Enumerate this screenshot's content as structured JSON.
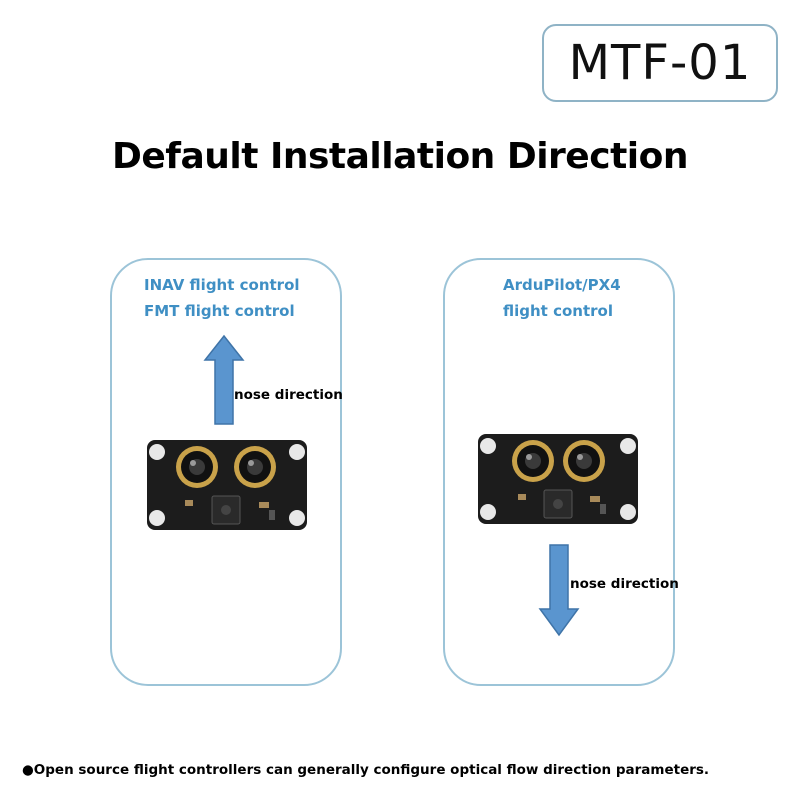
{
  "model": "MTF-01",
  "heading": "Default Installation Direction",
  "panels": [
    {
      "label_lines": [
        "INAV flight control",
        "FMT flight control"
      ],
      "arrow_direction": "up",
      "nose_label": "nose direction"
    },
    {
      "label_lines": [
        "ArduPilot/PX4",
        "flight control"
      ],
      "arrow_direction": "down",
      "nose_label": "nose direction"
    }
  ],
  "footer": "●Open source flight controllers can generally configure optical flow direction parameters.",
  "colors": {
    "panel_border": "#9cc4d8",
    "label_blue": "#3f8fc4",
    "arrow_fill": "#5a95cf",
    "arrow_stroke": "#3f74a8",
    "board": "#1c1c1c",
    "lens_ring": "#c9a24a"
  }
}
